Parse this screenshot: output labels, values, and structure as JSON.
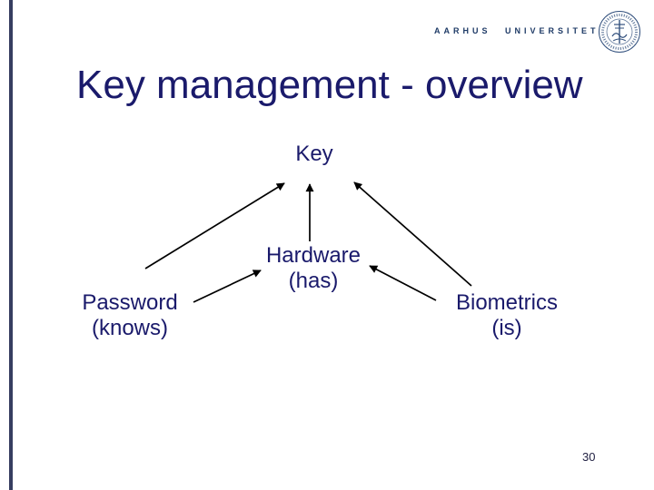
{
  "slide": {
    "background_color": "#ffffff",
    "accent_bar_color": "#363d60",
    "text_navy_color": "#1a1a6b",
    "arrow_color": "#000000"
  },
  "header": {
    "university_name": "AARHUS UNIVERSITET",
    "logo_icon": "aarhus-university-seal"
  },
  "title": "Key management - overview",
  "diagram": {
    "type": "node-arrow-diagram",
    "center_node": "Key",
    "nodes": [
      {
        "label": "Password",
        "sublabel": "(knows)"
      },
      {
        "label": "Hardware",
        "sublabel": "(has)"
      },
      {
        "label": "Biometrics",
        "sublabel": "(is)"
      }
    ],
    "edges": [
      {
        "from": "Password",
        "to": "Key"
      },
      {
        "from": "Hardware",
        "to": "Key"
      },
      {
        "from": "Biometrics",
        "to": "Key"
      },
      {
        "from": "Password",
        "to": "Hardware"
      },
      {
        "from": "Biometrics",
        "to": "Hardware"
      }
    ]
  },
  "footer": {
    "page_number": "30"
  }
}
